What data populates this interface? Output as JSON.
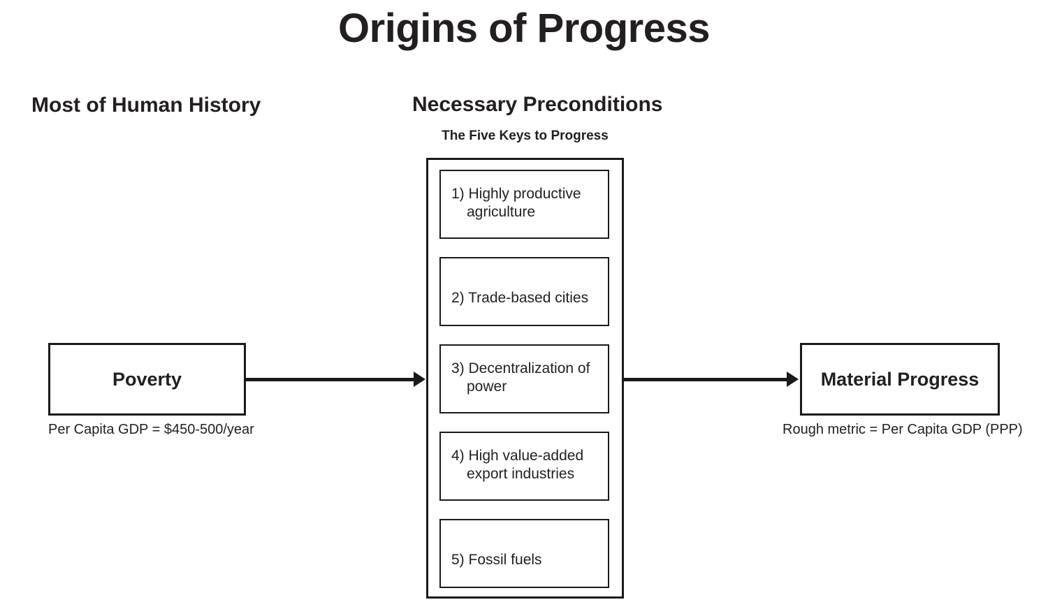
{
  "title": "Origins of Progress",
  "columns": {
    "left_heading": "Most of Human History",
    "middle_heading": "Necessary Preconditions",
    "middle_subheading": "The Five Keys to Progress"
  },
  "start_node": {
    "label": "Poverty",
    "caption": "Per Capita GDP = $450-500/year"
  },
  "end_node": {
    "label": "Material Progress",
    "caption": "Rough metric = Per Capita GDP (PPP)"
  },
  "keys": [
    {
      "text": "1) Highly productive agriculture"
    },
    {
      "text": "2) Trade-based cities"
    },
    {
      "text": "3) Decentralization of power"
    },
    {
      "text": "4) High value-added export industries"
    },
    {
      "text": "5) Fossil fuels"
    }
  ],
  "colors": {
    "background": "#ffffff",
    "stroke": "#1a1a1a",
    "text": "#231f20"
  }
}
